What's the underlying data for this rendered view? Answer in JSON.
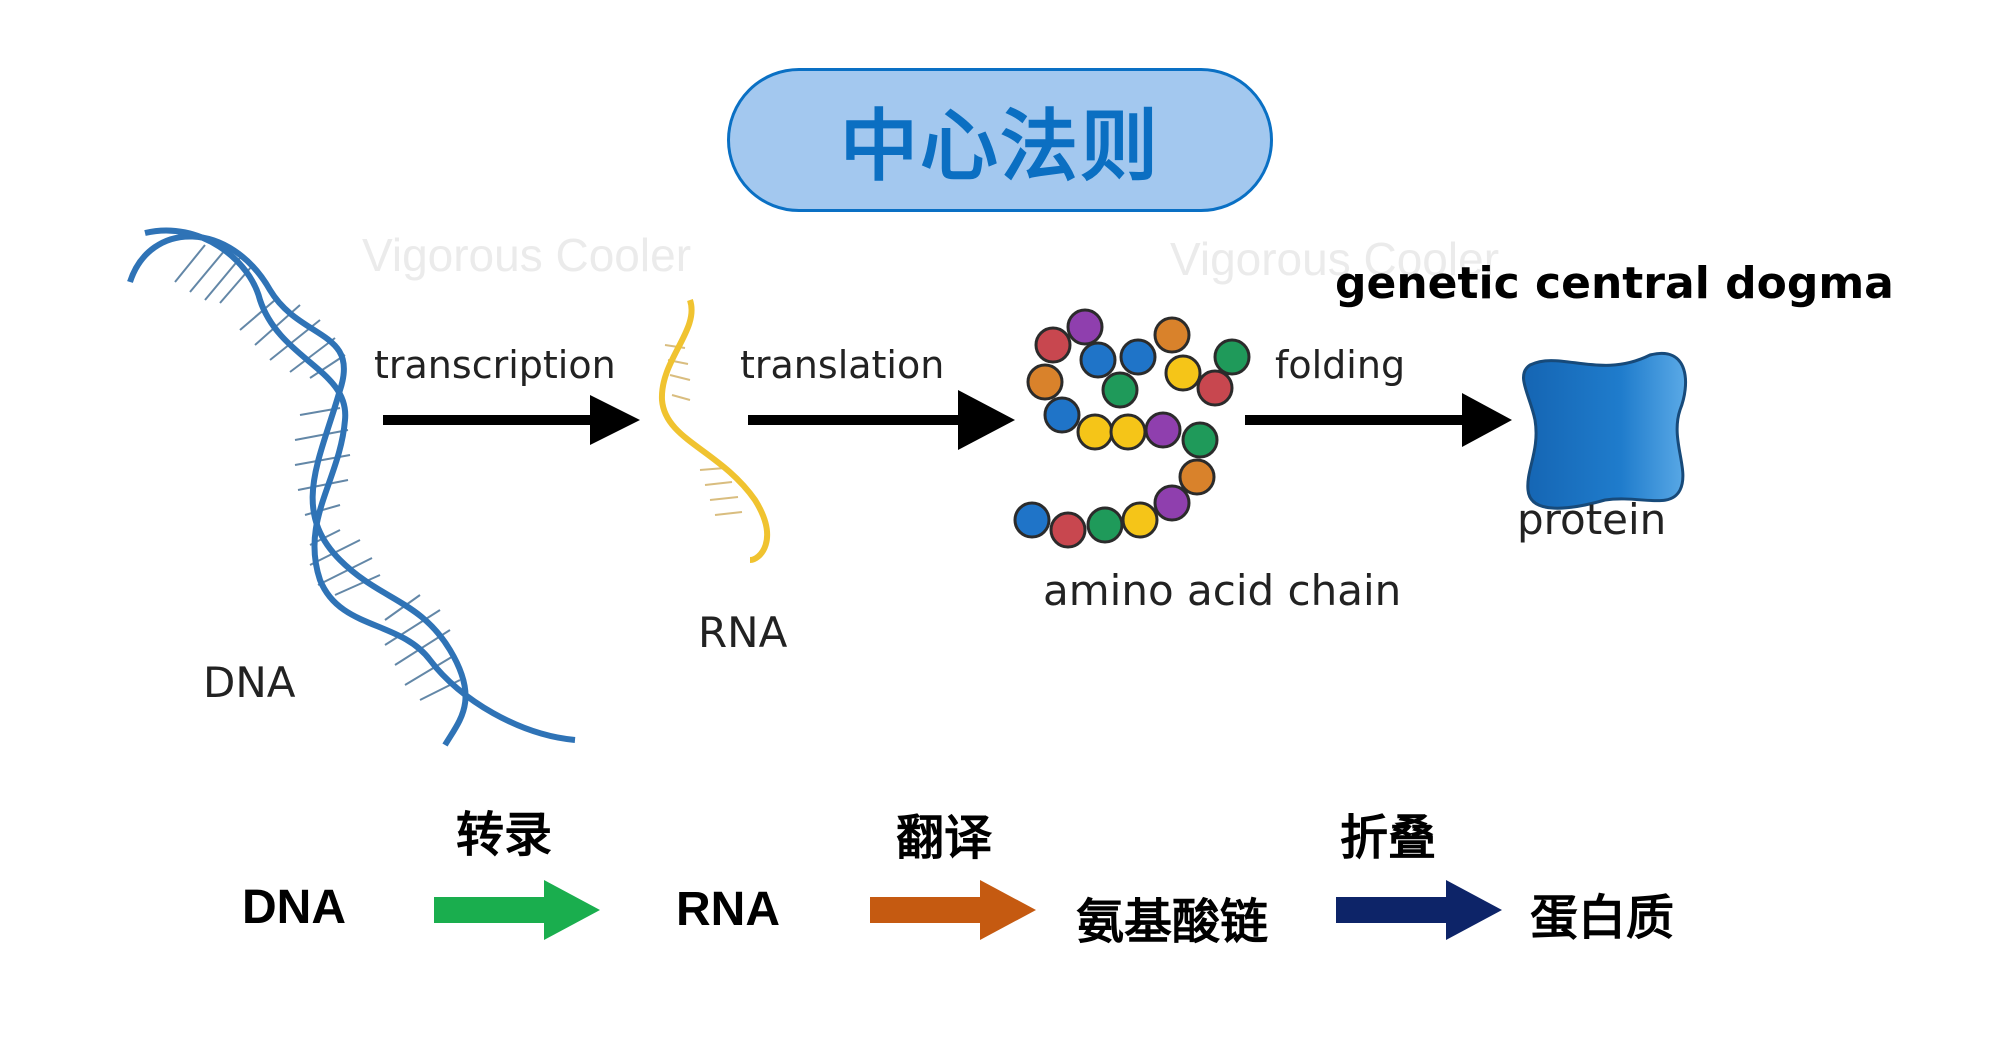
{
  "title": "中心法则",
  "subtitle": "genetic central dogma",
  "watermark": "Vigorous Cooler",
  "diagram": {
    "stages": [
      {
        "label": "DNA",
        "icon": "dna-double-helix-icon"
      },
      {
        "label": "RNA",
        "icon": "rna-single-strand-icon"
      },
      {
        "label": "amino acid chain",
        "icon": "amino-acid-chain-icon"
      },
      {
        "label": "protein",
        "icon": "protein-blob-icon"
      }
    ],
    "processes": [
      {
        "label": "transcription"
      },
      {
        "label": "translation"
      },
      {
        "label": "folding"
      }
    ]
  },
  "summary": {
    "nodes": [
      "DNA",
      "RNA",
      "氨基酸链",
      "蛋白质"
    ],
    "steps": [
      {
        "label": "转录",
        "color": "#1aae4e"
      },
      {
        "label": "翻译",
        "color": "#c55a11"
      },
      {
        "label": "折叠",
        "color": "#0d2468"
      }
    ]
  },
  "colors": {
    "title_fill": "#a3c8ef",
    "title_text": "#0b6fc2",
    "dna": "#2f73b6",
    "rna": "#f0c330",
    "protein": "#1f74c0"
  }
}
